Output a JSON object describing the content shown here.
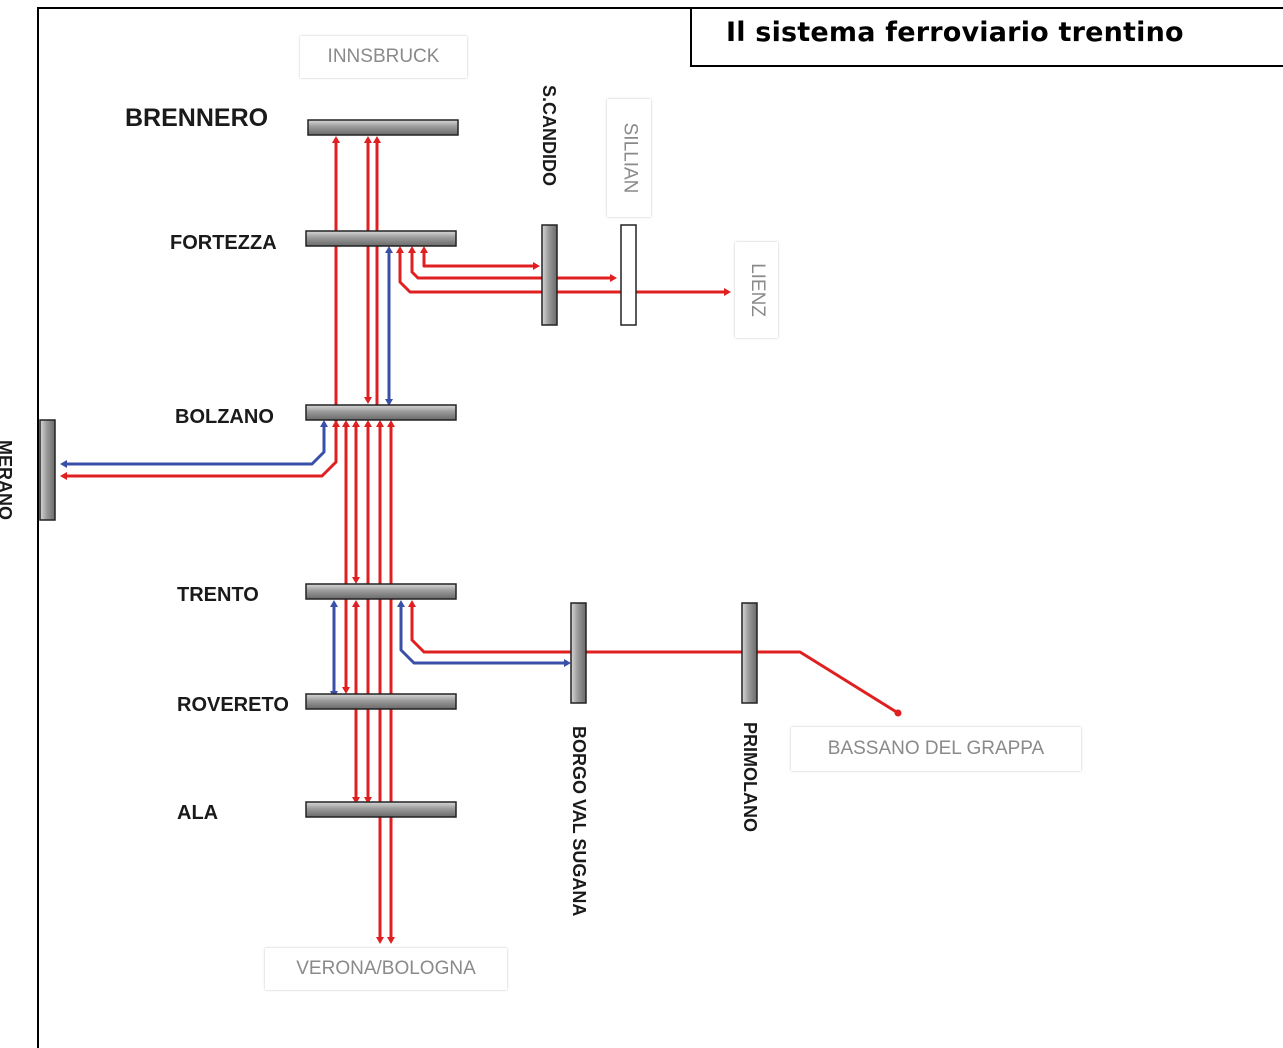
{
  "title": "Il sistema ferroviario trentino",
  "stations": {
    "brennero": "BRENNERO",
    "fortezza": "FORTEZZA",
    "bolzano": "BOLZANO",
    "trento": "TRENTO",
    "rovereto": "ROVERETO",
    "ala": "ALA",
    "merano": "MERANO",
    "s_candido": "S.CANDIDO",
    "borgo": "BORGO VAL SUGANA",
    "primolano": "PRIMOLANO"
  },
  "external": {
    "innsbruck": "INNSBRUCK",
    "sillian": "SILLIAN",
    "lienz": "LIENZ",
    "verona_bologna": "VERONA/BOLOGNA",
    "bassano": "BASSANO DEL GRAPPA"
  },
  "colors": {
    "red_line": "#e02020",
    "blue_line": "#3a4fa8",
    "platform": "#8c8c8c"
  }
}
